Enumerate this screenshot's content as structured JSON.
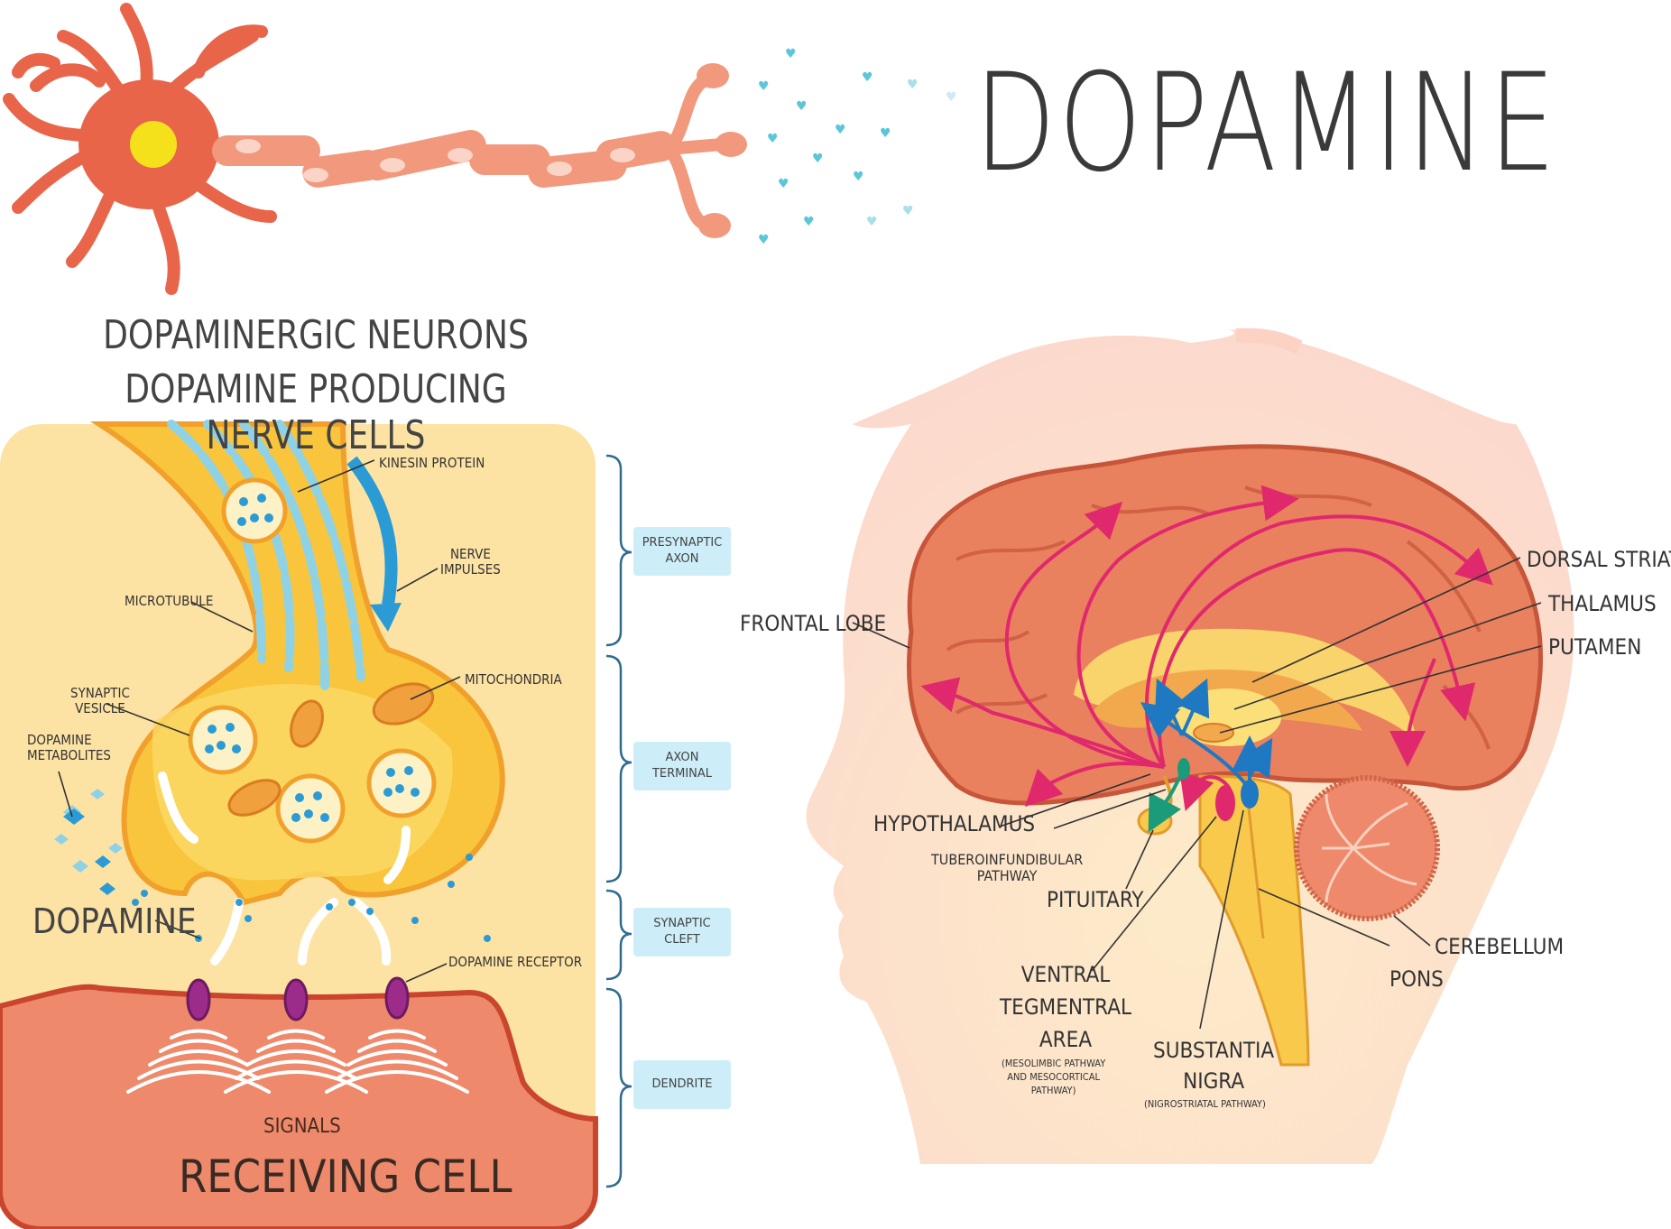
{
  "title": "DOPAMINE",
  "synapse": {
    "heading_line1": "DOPAMINERGIC NEURONS",
    "heading_line2": "DOPAMINE PRODUCING NERVE CELLS",
    "labels": {
      "kinesin": "KINESIN PROTEIN",
      "nerve_impulses": "NERVE\nIMPULSES",
      "microtubule": "MICROTUBULE",
      "mitochondria": "MITOCHONDRIA",
      "synaptic_vesicle": "SYNAPTIC\nVESICLE",
      "dopamine_metabolites": "DOPAMINE\nMETABOLITES",
      "dopamine": "DOPAMINE",
      "dopamine_receptor": "DOPAMINE RECEPTOR",
      "signals": "SIGNALS",
      "receiving_cell": "RECEIVING CELL"
    },
    "regions": [
      "PRESYNAPTIC\nAXON",
      "AXON\nTERMINAL",
      "SYNAPTIC\nCLEFT",
      "DENDRITE"
    ]
  },
  "brain": {
    "labels": {
      "frontal_lobe": "FRONTAL LOBE",
      "dorsal_striatum": "DORSAL STRIATUM",
      "thalamus": "THALAMUS",
      "putamen": "PUTAMEN",
      "hypothalamus": "HYPOTHALAMUS",
      "tuberoinfundibular": "TUBEROINFUNDIBULAR\nPATHWAY",
      "pituitary": "PITUITARY",
      "vta": "VENTRAL\nTEGMENTRAL\nAREA",
      "vta_note": "(MESOLIMBIC PATHWAY\nAND MESOCORTICAL\nPATHWAY)",
      "substantia_nigra": "SUBSTANTIA\nNIGRA",
      "sn_note": "(NIGROSTRIATAL PATHWAY)",
      "cerebellum": "CEREBELLUM",
      "pons": "PONS"
    }
  },
  "colors": {
    "neuron": "#e8654a",
    "axon": "#f2987d",
    "nucleus": "#f4e11c",
    "dopamine_dots": "#5cc6d8",
    "panel_bg": "#fde3a3",
    "terminal": "#f9c53c",
    "receiving_cell": "#ee8a6b",
    "brain": "#e9805e",
    "head": "#fde0d4",
    "pathway_pink": "#e0286d",
    "pathway_blue": "#1e78c2",
    "bracket": "#2f6b8f"
  }
}
